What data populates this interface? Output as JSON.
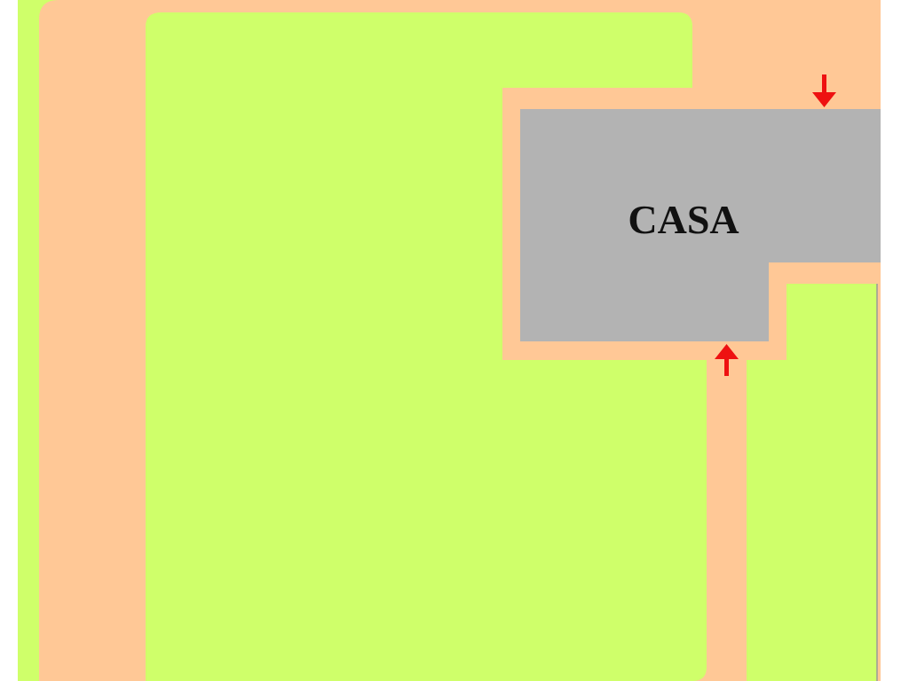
{
  "house": {
    "label": "CASA"
  },
  "colors": {
    "lawn": "#cfff6a",
    "path": "#ffc896",
    "house": "#b3b3b3",
    "arrow": "#ee1111",
    "label": "#111111",
    "background": "#ffffff"
  },
  "arrows": [
    {
      "name": "arrow-down-icon",
      "direction": "down"
    },
    {
      "name": "arrow-up-icon",
      "direction": "up"
    }
  ]
}
